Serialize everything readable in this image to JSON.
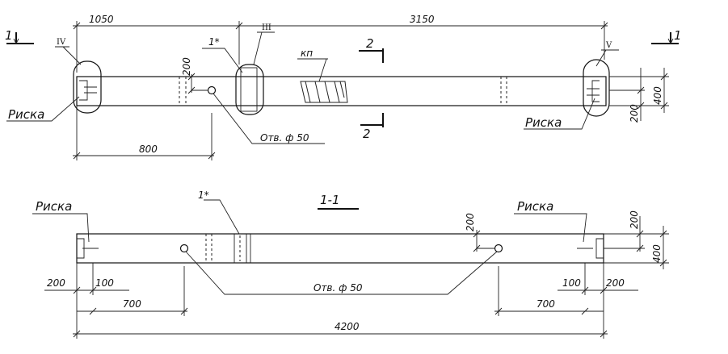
{
  "plan": {
    "dim_top_left": "1050",
    "dim_top_right": "3150",
    "dim_bottom_left": "800",
    "dim_hole_offset": "200",
    "dim_right_half": "200",
    "dim_right_full": "400",
    "section_mark_left": "1",
    "section_mark_right": "1",
    "section_2_top": "2",
    "section_2_bottom": "2",
    "label_node_1": "1*",
    "label_III": "III",
    "label_IV": "IV",
    "label_V": "V",
    "label_kp": "кп",
    "label_hole": "Отв. ф 50",
    "label_risk_left": "Риска",
    "label_risk_right": "Риска"
  },
  "section": {
    "title": "1-1",
    "label_node_1": "1*",
    "label_risk_left": "Риска",
    "label_risk_right": "Риска",
    "dim_hole_offset": "200",
    "dim_right_half": "200",
    "dim_right_full": "400",
    "dim_left_200": "200",
    "dim_left_100": "100",
    "dim_right_100": "100",
    "dim_right_200": "200",
    "dim_left_700": "700",
    "dim_right_700": "700",
    "dim_total": "4200",
    "label_hole": "Отв. ф 50"
  }
}
